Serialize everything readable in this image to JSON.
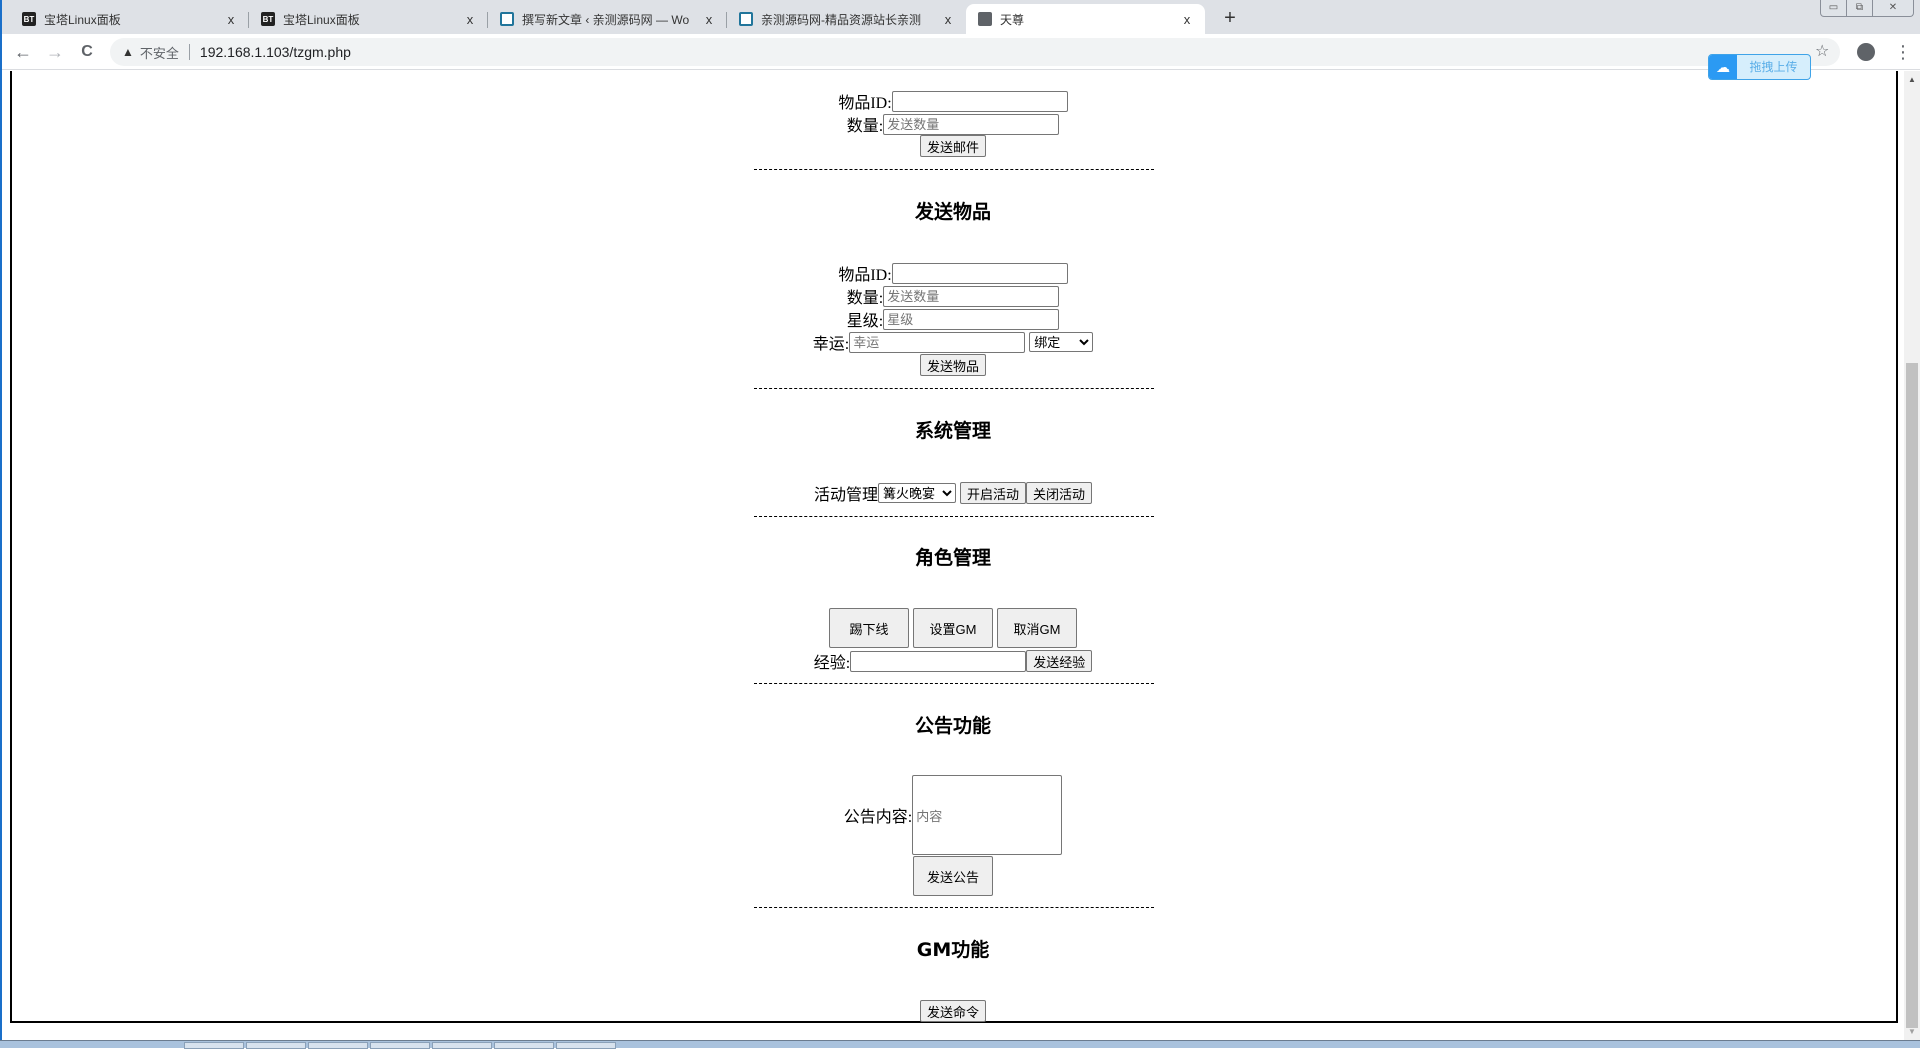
{
  "browser": {
    "tabs": [
      {
        "title": "宝塔Linux面板",
        "favicon": "bt-icon",
        "active": false
      },
      {
        "title": "宝塔Linux面板",
        "favicon": "bt-icon",
        "active": false
      },
      {
        "title": "撰写新文章 ‹ 亲测源码网 — Wo",
        "favicon": "wordpress-icon",
        "active": false
      },
      {
        "title": "亲测源码网-精品资源站长亲测",
        "favicon": "wordpress-icon",
        "active": false
      },
      {
        "title": "天尊",
        "favicon": "globe-icon",
        "active": true
      }
    ],
    "new_tab": "+",
    "close_glyph": "x",
    "back_glyph": "←",
    "forward_glyph": "→",
    "reload_glyph": "C",
    "warning_glyph": "▲",
    "security_label": "不安全",
    "url": "192.168.1.103/tzgm.php",
    "star_glyph": "☆",
    "menu_glyph": "⋮",
    "window_controls": {
      "minimize": "▭",
      "restore": "⧉",
      "close": "✕"
    },
    "upload_widget": {
      "icon": "☁",
      "label": "拖拽上传"
    }
  },
  "page": {
    "mail": {
      "item_id_label": "物品ID:",
      "item_id_value": "",
      "qty_label": "数量:",
      "qty_placeholder": "发送数量",
      "submit": "发送邮件"
    },
    "send_item": {
      "heading": "发送物品",
      "item_id_label": "物品ID:",
      "item_id_value": "",
      "qty_label": "数量:",
      "qty_placeholder": "发送数量",
      "star_label": "星级:",
      "star_placeholder": "星级",
      "luck_label": "幸运:",
      "luck_placeholder": "幸运",
      "bind_selected": "绑定",
      "submit": "发送物品"
    },
    "system": {
      "heading": "系统管理",
      "activity_label": "活动管理",
      "activity_selected": "篝火晚宴",
      "open_button": "开启活动",
      "close_button": "关闭活动"
    },
    "role": {
      "heading": "角色管理",
      "kick_button": "踢下线",
      "set_gm_button": "设置GM",
      "cancel_gm_button": "取消GM",
      "exp_label": "经验:",
      "exp_value": "",
      "send_exp_button": "发送经验"
    },
    "notice": {
      "heading": "公告功能",
      "content_label": "公告内容:",
      "content_placeholder": "内容",
      "submit": "发送公告"
    },
    "gm": {
      "heading": "GM功能",
      "submit": "发送命令"
    }
  }
}
